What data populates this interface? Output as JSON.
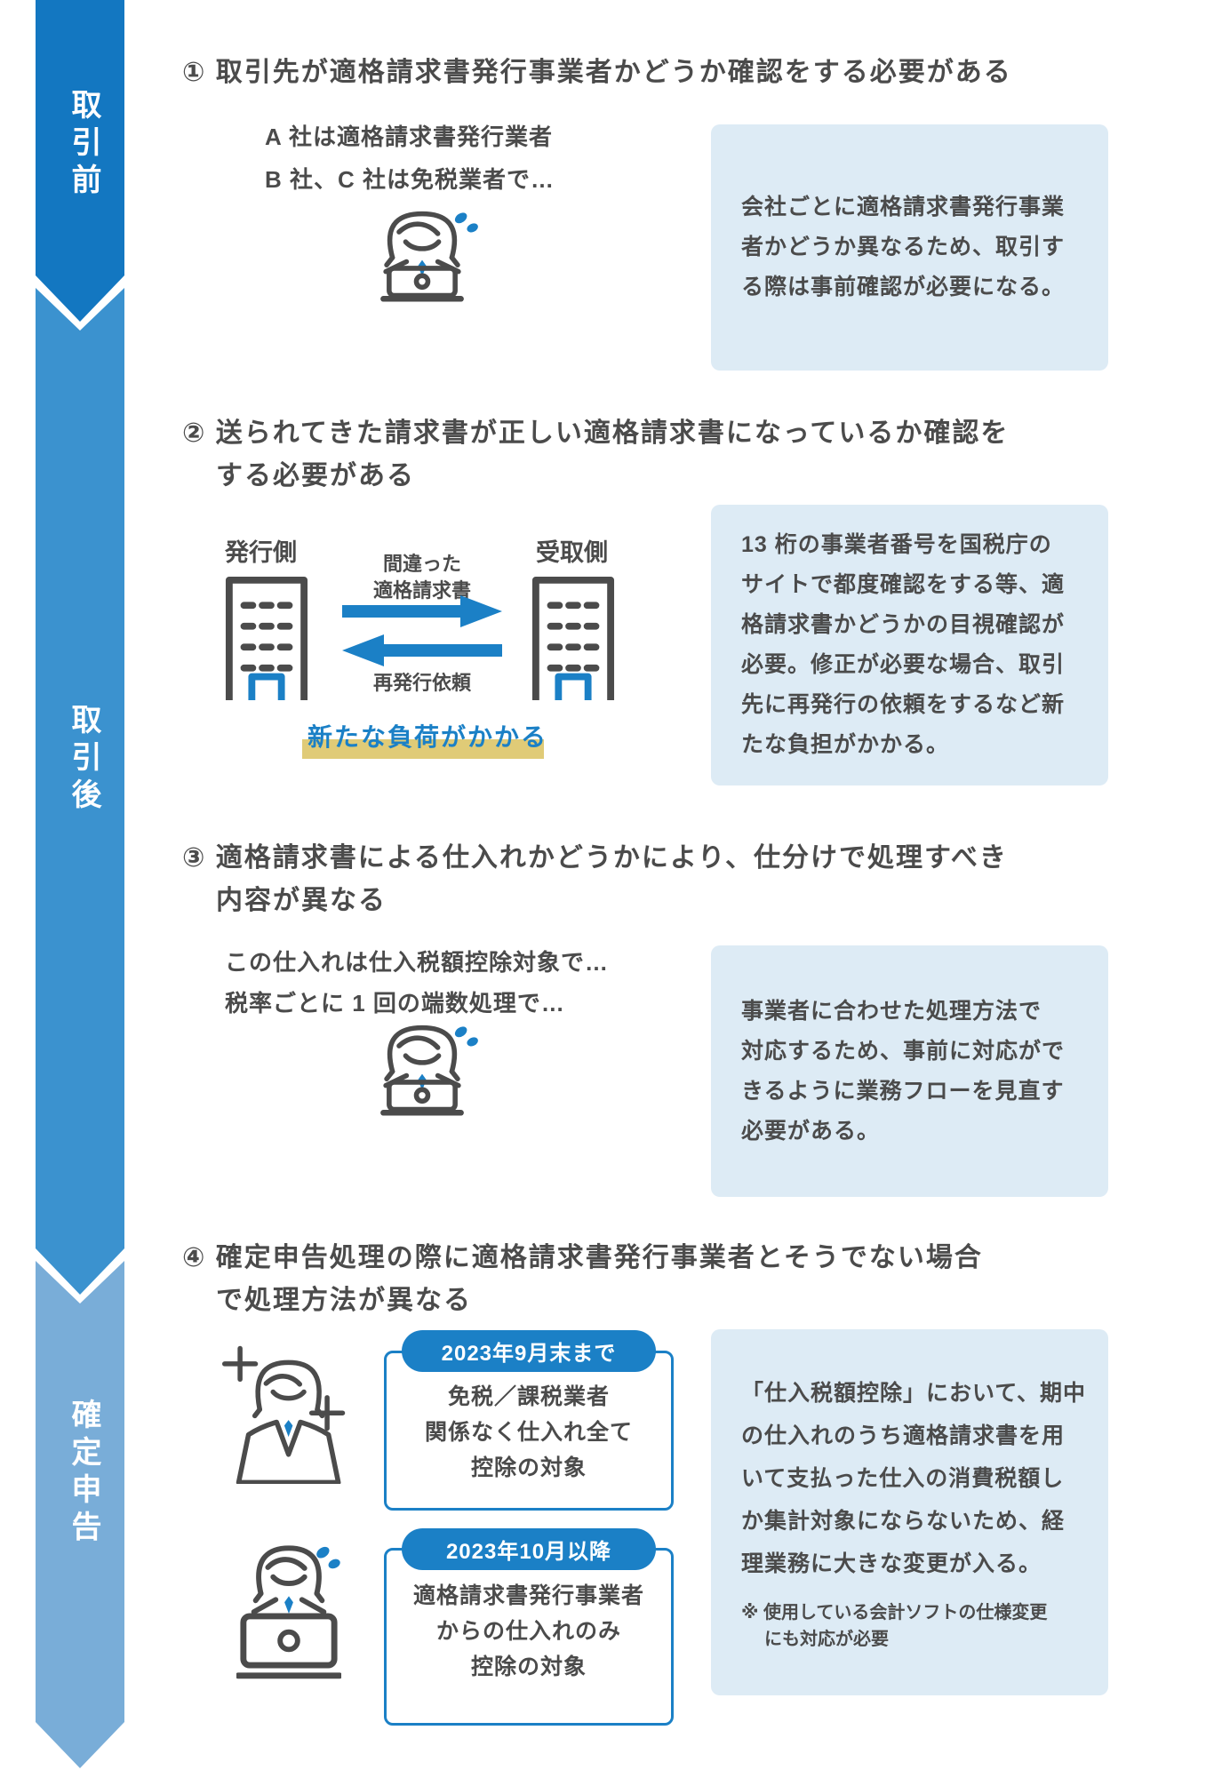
{
  "colors": {
    "accent_blue": "#1b80c6",
    "stage1_blue": "#1377c1",
    "stage2_blue": "#3b92cf",
    "stage3_blue": "#79add8",
    "info_box_bg": "#ddebf5",
    "text_dark": "#4b4b4b",
    "highlight_yellow": "#e0cb77"
  },
  "sidebar": {
    "stage1": "取引前",
    "stage2": "取引後",
    "stage3": "確定申告"
  },
  "sections": {
    "s1": {
      "heading": "① 取引先が適格請求書発行事業者かどうか確認をする必要がある",
      "thought_line1": "A 社は適格請求書発行業者",
      "thought_line2": "B 社、C 社は免税業者で…",
      "info_line1": "会社ごとに適格請求書発行事業",
      "info_line2": "者かどうか異なるため、取引す",
      "info_line3": "る際は事前確認が必要になる。"
    },
    "s2": {
      "heading_line1": "② 送られてきた請求書が正しい適格請求書になっているか確認を",
      "heading_line2": "する必要がある",
      "issuer_label": "発行側",
      "receiver_label": "受取側",
      "wrong_invoice_line1": "間違った",
      "wrong_invoice_line2": "適格請求書",
      "reissue_label": "再発行依頼",
      "burden_label": "新たな負荷がかかる",
      "info_line1": "13 桁の事業者番号を国税庁の",
      "info_line2": "サイトで都度確認をする等、適",
      "info_line3": "格請求書かどうかの目視確認が",
      "info_line4": "必要。修正が必要な場合、取引",
      "info_line5": "先に再発行の依頼をするなど新",
      "info_line6": "たな負担がかかる。"
    },
    "s3": {
      "heading_line1": "③ 適格請求書による仕入れかどうかにより、仕分けで処理すべき",
      "heading_line2": "内容が異なる",
      "thought_line1": "この仕入れは仕入税額控除対象で…",
      "thought_line2": "税率ごとに 1 回の端数処理で…",
      "info_line1": "事業者に合わせた処理方法で",
      "info_line2": "対応するため、事前に対応がで",
      "info_line3": "きるように業務フローを見直す",
      "info_line4": "必要がある。"
    },
    "s4": {
      "heading_line1": "④ 確定申告処理の際に適格請求書発行事業者とそうでない場合",
      "heading_line2": "で処理方法が異なる",
      "period1_badge": "2023年9月末まで",
      "period1_line1": "免税／課税業者",
      "period1_line2": "関係なく仕入れ全て",
      "period1_line3": "控除の対象",
      "period2_badge": "2023年10月以降",
      "period2_line1": "適格請求書発行事業者",
      "period2_line2": "からの仕入れのみ",
      "period2_line3": "控除の対象",
      "info_line1": "「仕入税額控除」において、期中",
      "info_line2": "の仕入れのうち適格請求書を用",
      "info_line3": "いて支払った仕入の消費税額し",
      "info_line4": "か集計対象にならないため、経",
      "info_line5": "理業務に大きな変更が入る。",
      "note_line1": "※ 使用している会計ソフトの仕様変更",
      "note_line2": "にも対応が必要"
    }
  }
}
